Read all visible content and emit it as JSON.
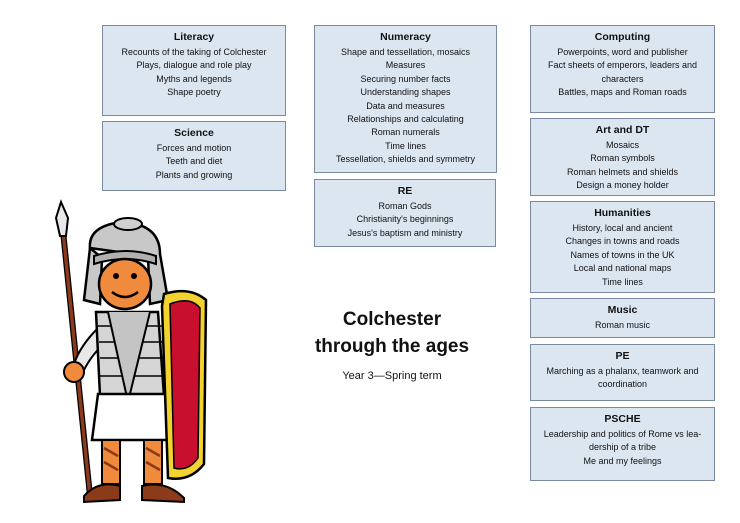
{
  "literacy": {
    "heading": "Literacy",
    "items": [
      "Recounts of the taking of Colchester",
      "Plays, dialogue and role play",
      "Myths and legends",
      "Shape poetry"
    ]
  },
  "science": {
    "heading": "Science",
    "items": [
      "Forces and motion",
      "Teeth and diet",
      "Plants and growing"
    ]
  },
  "numeracy": {
    "heading": "Numeracy",
    "items": [
      "Shape and tessellation, mosaics",
      "Measures",
      "Securing number facts",
      "Understanding shapes",
      "Data and measures",
      "Relationships and calculating",
      "Roman numerals",
      "Time lines",
      "Tessellation, shields and symmetry"
    ]
  },
  "re": {
    "heading": "RE",
    "items": [
      "Roman Gods",
      "Christianity's beginnings",
      "Jesus's baptism and ministry"
    ]
  },
  "computing": {
    "heading": "Computing",
    "items": [
      "Powerpoints, word and publisher",
      "Fact sheets of emperors, leaders and",
      "characters",
      "Battles, maps and Roman roads"
    ]
  },
  "art_dt": {
    "heading": "Art and DT",
    "items": [
      "Mosaics",
      "Roman symbols",
      "Roman helmets and shields",
      "Design a money holder"
    ]
  },
  "humanities": {
    "heading": "Humanities",
    "items": [
      "History, local and ancient",
      "Changes in towns and roads",
      "Names of towns in the UK",
      "Local and national maps",
      "Time lines"
    ]
  },
  "music": {
    "heading": "Music",
    "items": [
      "Roman music"
    ]
  },
  "pe": {
    "heading": "PE",
    "items": [
      "Marching as a phalanx, teamwork and",
      "coordination"
    ]
  },
  "psche": {
    "heading": "PSCHE",
    "items": [
      "Leadership and politics of Rome vs lea-",
      "dership of a tribe",
      "Me and my feelings"
    ]
  },
  "title": {
    "line1": "Colchester",
    "line2": "through the ages",
    "subtitle": "Year 3—Spring term"
  },
  "colors": {
    "box_fill": "#dce6f1",
    "box_border": "#7a8aa0",
    "shield_red": "#c8102e",
    "shield_gold": "#f2d22e"
  }
}
